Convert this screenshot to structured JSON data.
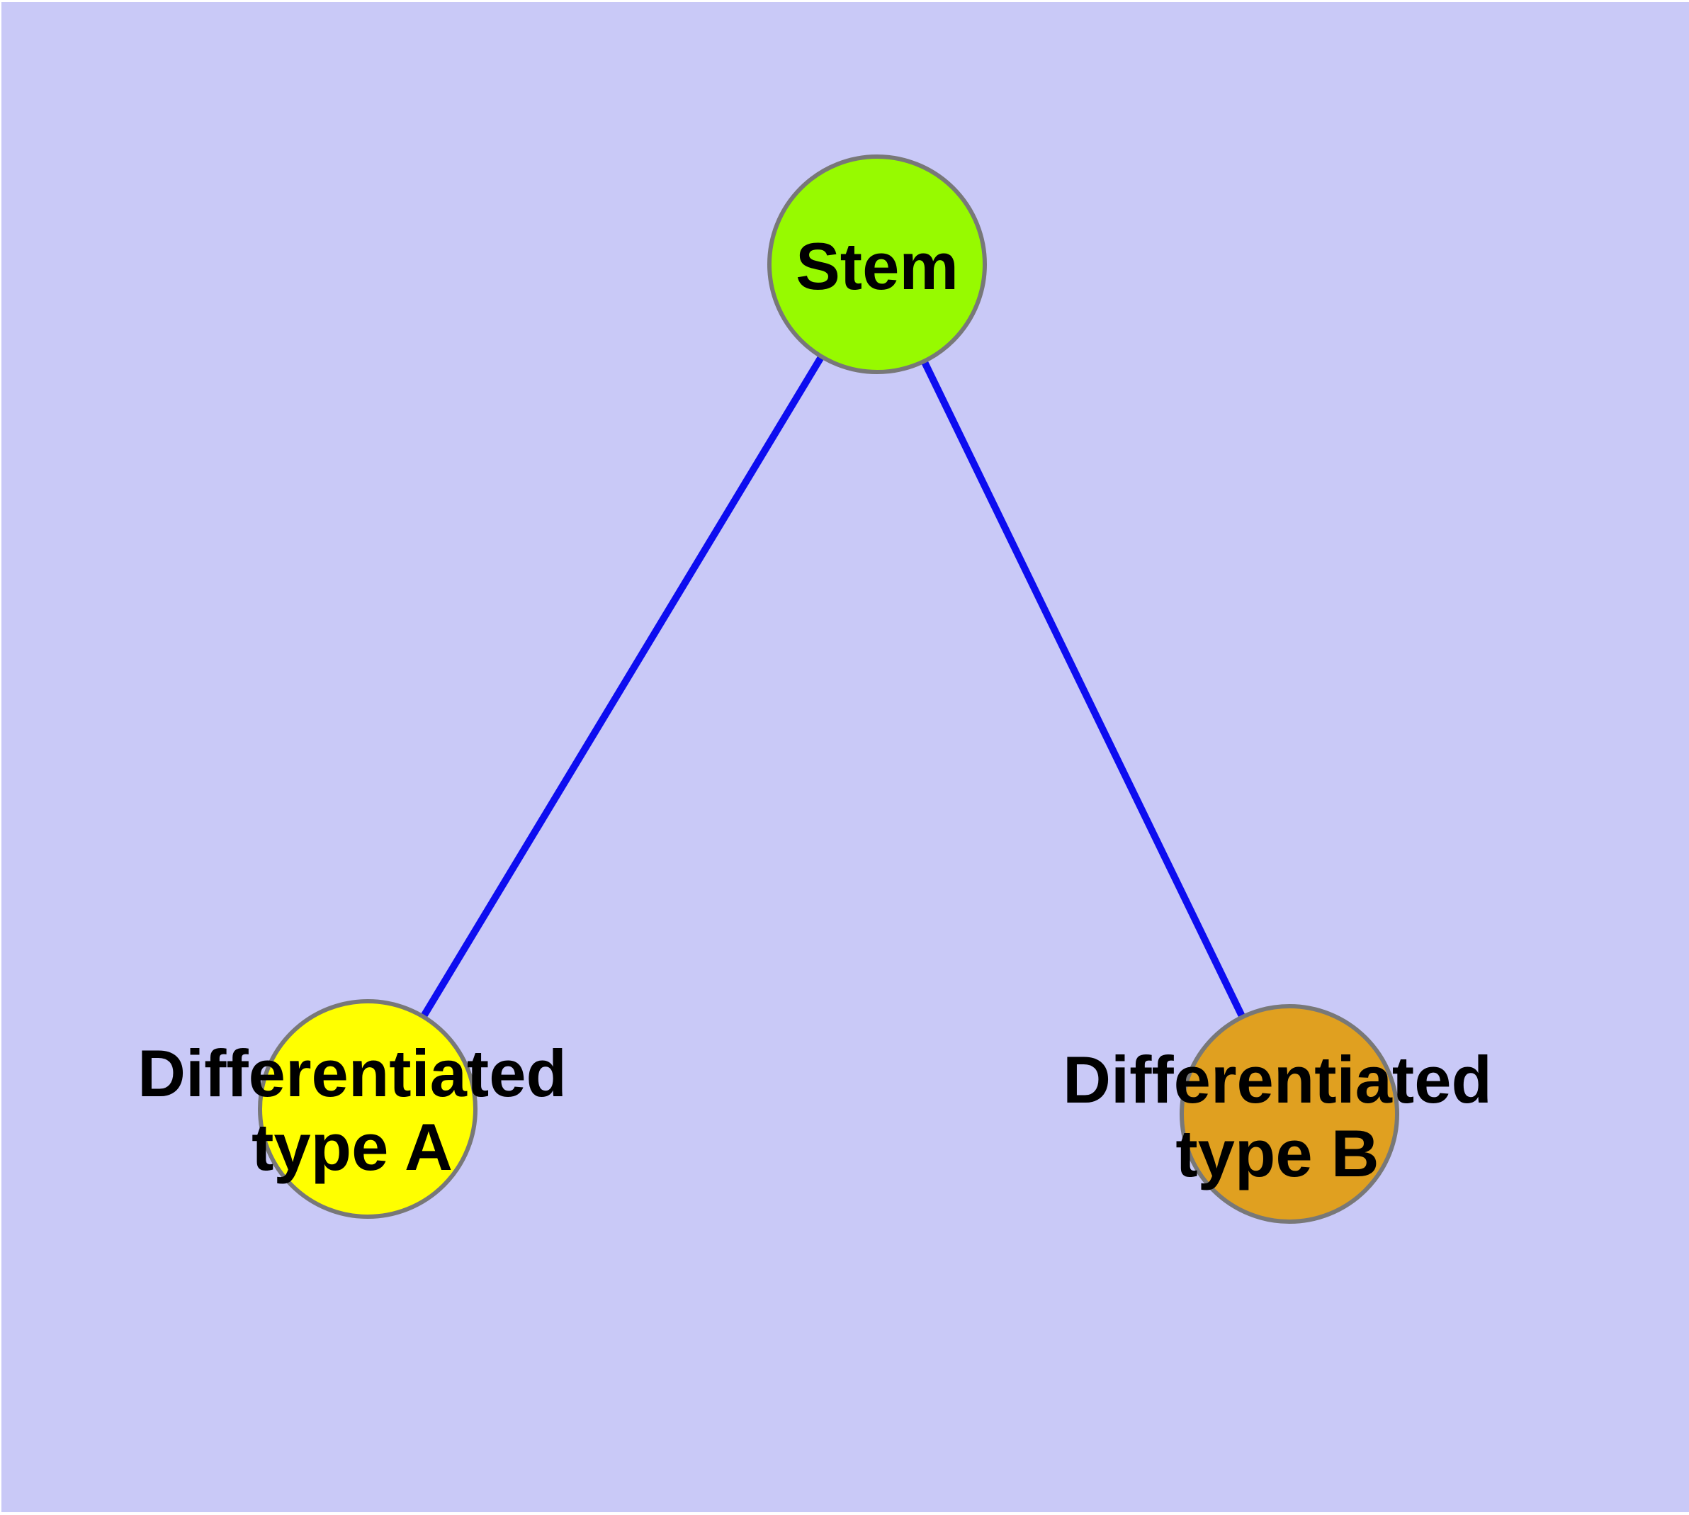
{
  "figure": {
    "type": "graph-diagram",
    "title": "",
    "page_color": "#ffffff",
    "background_color": "#c9c9f7",
    "edge_color": "#0d0df0",
    "node_border_color": "#787878",
    "label_color": "#000000",
    "nodes": {
      "stem": {
        "label": "Stem",
        "fill": "#97fa00"
      },
      "type_a": {
        "label": "Differentiated\ntype A",
        "fill": "#ffff00"
      },
      "type_b": {
        "label": "Differentiated\ntype B",
        "fill": "#e0a020"
      }
    },
    "edges": [
      {
        "from": "Stem",
        "to": "Differentiated type A"
      },
      {
        "from": "Stem",
        "to": "Differentiated type B"
      }
    ]
  }
}
